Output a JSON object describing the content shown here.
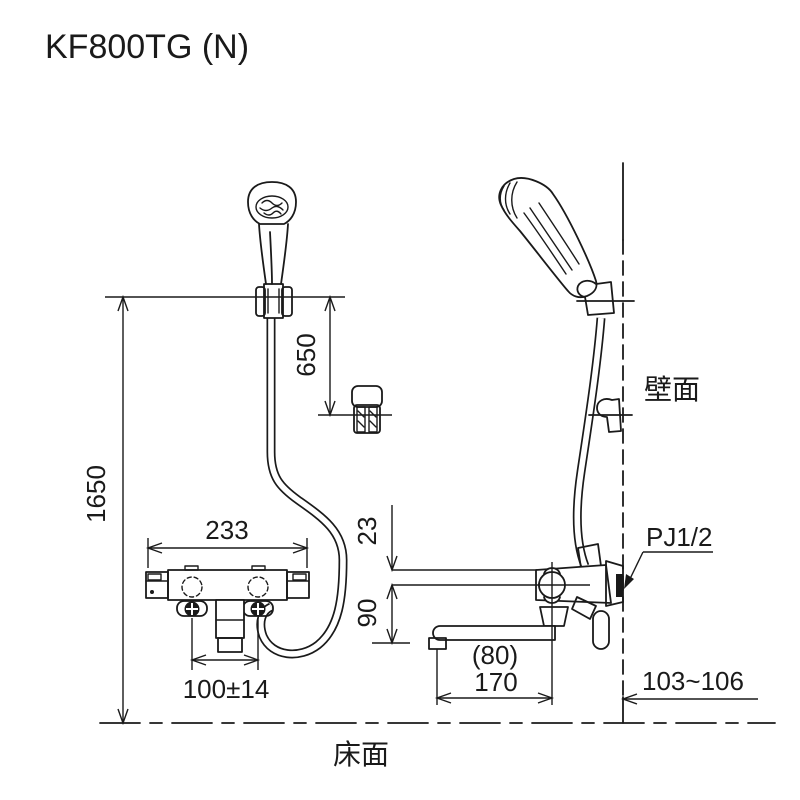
{
  "title": "KF800TG (N)",
  "labels": {
    "wall_surface": "壁面",
    "floor_surface": "床面",
    "pipe_connection": "PJ1/2"
  },
  "dimensions": {
    "overall_height": "1650",
    "hook_to_head_height": "650",
    "body_width": "233",
    "inlet_pitch": "100±14",
    "center_offset": "23",
    "spout_drop": "90",
    "spout_reach_ref": "(80)",
    "spout_reach": "170",
    "wall_clearance": "103~106"
  },
  "drawing": {
    "line_color": "#1a1a1a",
    "background": "#ffffff"
  }
}
